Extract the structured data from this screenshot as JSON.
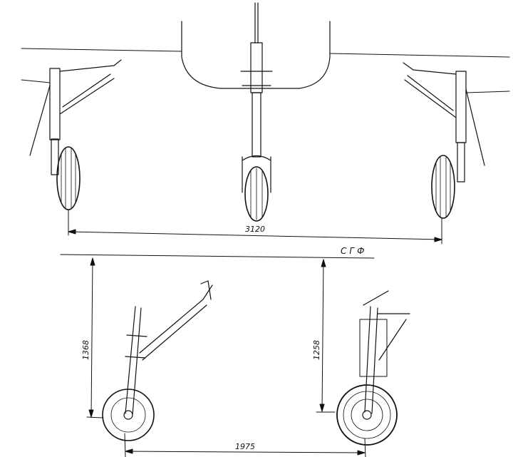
{
  "dimensions": {
    "track_width": "3120",
    "nose_strut_height": "1368",
    "main_strut_height": "1258",
    "wheelbase": "1975"
  },
  "reference_line_label": "СГФ"
}
